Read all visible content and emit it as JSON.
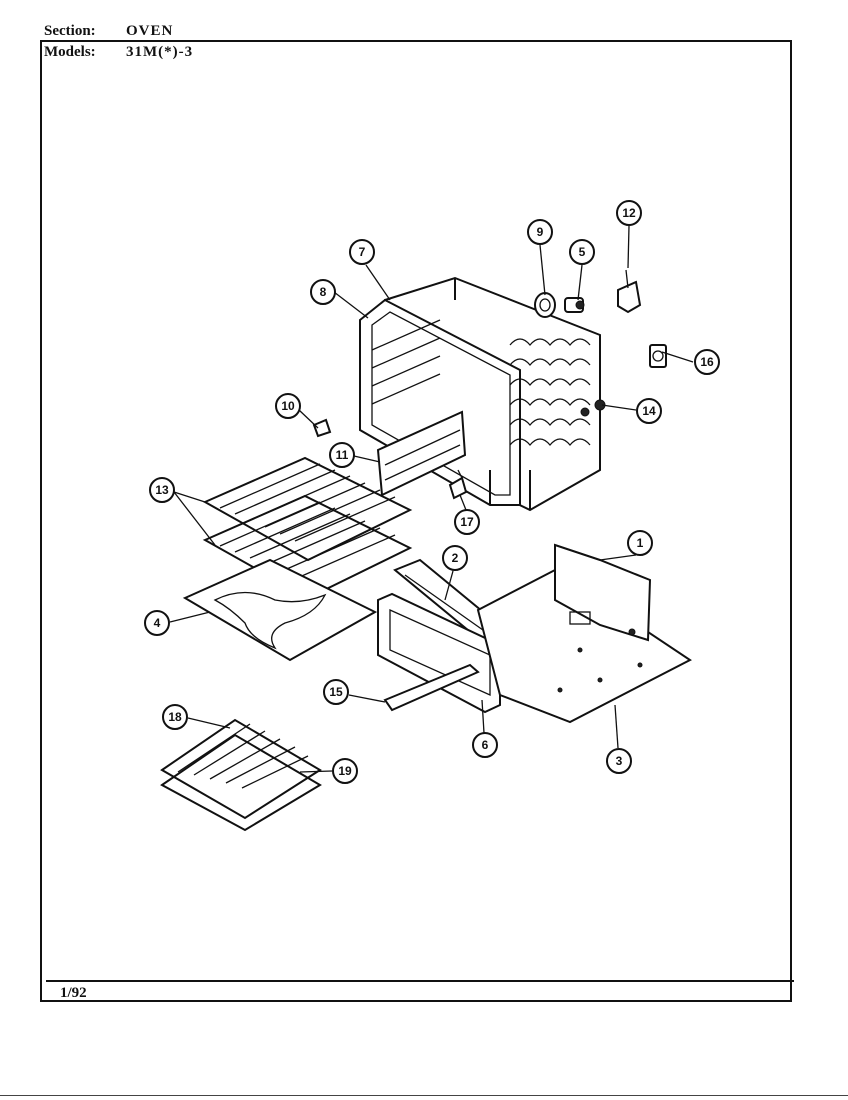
{
  "header": {
    "section_label": "Section:",
    "section_value": "OVEN",
    "models_label": "Models:",
    "models_value": "31M(*)-3"
  },
  "footer": {
    "date": "1/92"
  },
  "callouts": [
    "1",
    "2",
    "3",
    "4",
    "5",
    "6",
    "7",
    "8",
    "9",
    "10",
    "11",
    "12",
    "13",
    "14",
    "15",
    "16",
    "17",
    "18",
    "19"
  ],
  "callout_10_label": "10",
  "callout_18_label": "18"
}
